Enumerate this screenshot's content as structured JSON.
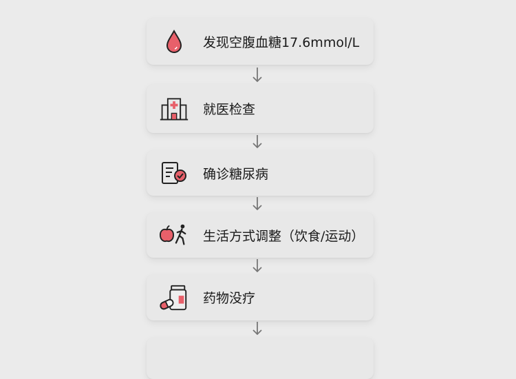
{
  "steps": [
    {
      "label": "发现空腹血糖17.6mmol/L",
      "icon": "blood-drop-icon"
    },
    {
      "label": "就医检查",
      "icon": "hospital-icon"
    },
    {
      "label": "确诊糖尿病",
      "icon": "diagnosis-report-icon"
    },
    {
      "label": "生活方式调整（饮食/运动）",
      "icon": "apple-running-icon"
    },
    {
      "label": "药物没疗",
      "icon": "medicine-pills-icon"
    }
  ],
  "colors": {
    "accent": "#e8606a",
    "background": "#ebebeb",
    "card": "#e8e8e8",
    "arrow": "#777777"
  }
}
